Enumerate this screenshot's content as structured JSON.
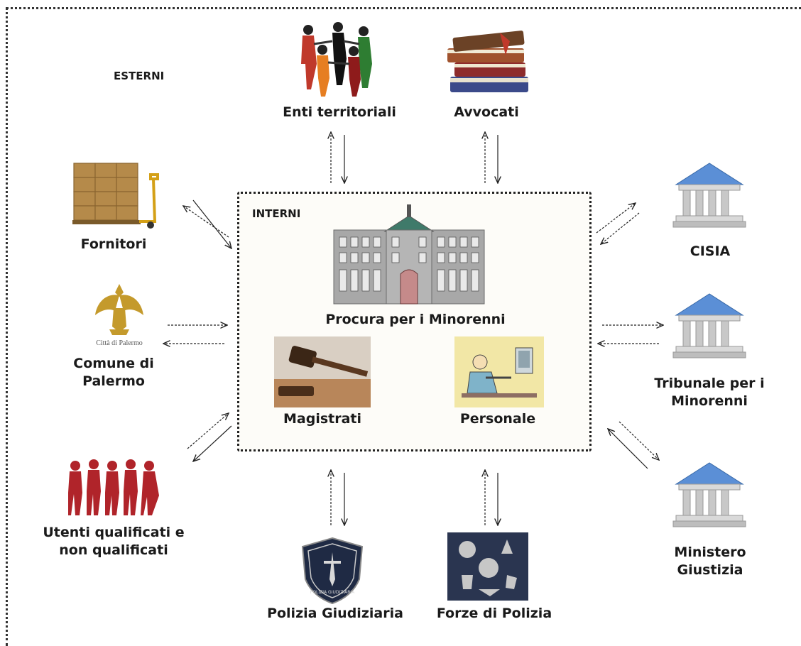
{
  "section_labels": {
    "external": "ESTERNI",
    "internal": "INTERNI"
  },
  "center": {
    "title": "Procura per i Minorenni",
    "magistrati": "Magistrati",
    "personale": "Personale"
  },
  "nodes": {
    "enti": "Enti territoriali",
    "avvocati": "Avvocati",
    "fornitori": "Fornitori",
    "comune_line1": "Comune di",
    "comune_line2": "Palermo",
    "comune_logo_text": "Città di Palermo",
    "utenti_line1": "Utenti qualificati e",
    "utenti_line2": "non qualificati",
    "polizia_giudiziaria": "Polizia Giudiziaria",
    "polizia_badge_text": "POLIZIA GIUDIZIARIA",
    "forze_polizia": "Forze di Polizia",
    "cisia": "CISIA",
    "tribunale_line1": "Tribunale per i",
    "tribunale_line2": "Minorenni",
    "ministero_line1": "Ministero",
    "ministero_line2": "Giustizia"
  },
  "colors": {
    "temple_blue": "#5b8fd6",
    "building_grey": "#9a9a9a",
    "people_red": "#b0242a",
    "badge_navy": "#1f2a44",
    "box_brown": "#b58a4a"
  }
}
